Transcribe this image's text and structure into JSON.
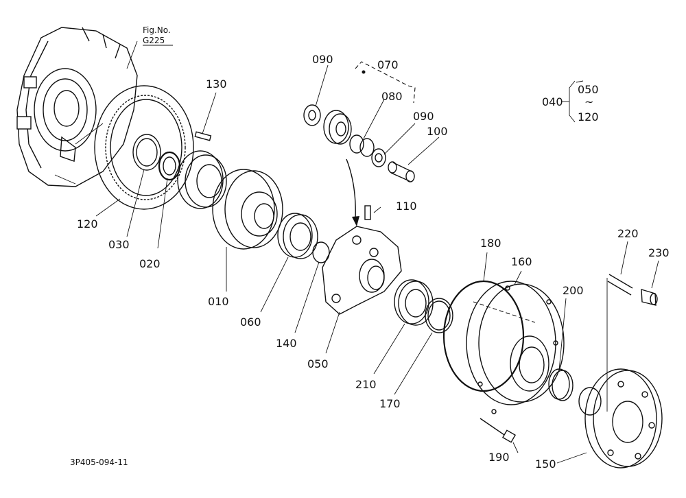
{
  "figure": {
    "fig_no_label": "Fig.No.",
    "fig_no_value": "G225",
    "drawing_code": "3P405-094-11"
  },
  "group_040": {
    "id": "040",
    "from": "050",
    "tilde": "~",
    "to": "120"
  },
  "labels": {
    "p010": "010",
    "p020": "020",
    "p030": "030",
    "p050": "050",
    "p060": "060",
    "p070": "070",
    "p080": "080",
    "p090a": "090",
    "p090b": "090",
    "p100": "100",
    "p110": "110",
    "p120": "120",
    "p130": "130",
    "p140": "140",
    "p150": "150",
    "p160": "160",
    "p170": "170",
    "p180": "180",
    "p190": "190",
    "p200": "200",
    "p210": "210",
    "p220": "220",
    "p230": "230"
  }
}
